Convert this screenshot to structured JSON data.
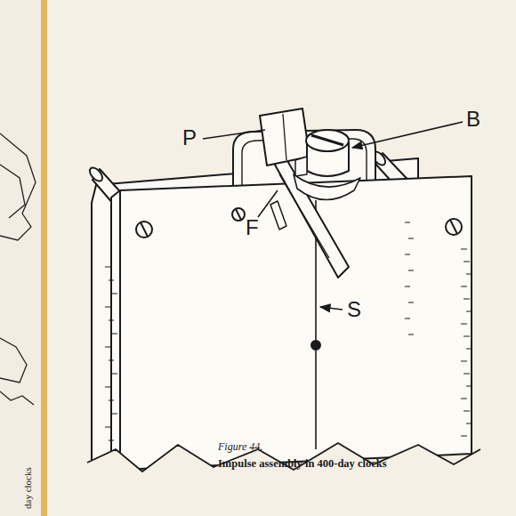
{
  "diagram": {
    "caption": "Impulse assembly in 400-day clocks",
    "labels": [
      "P",
      "B",
      "F",
      "S",
      "Figure 44.",
      "day clocks"
    ]
  }
}
